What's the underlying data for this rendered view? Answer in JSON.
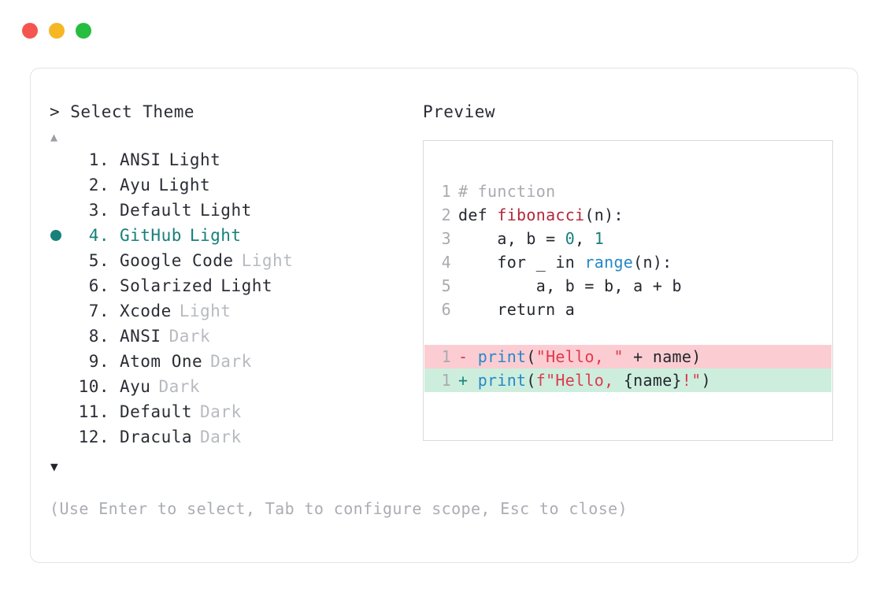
{
  "window": {
    "dots": [
      {
        "name": "close-dot",
        "color": "#f4564f"
      },
      {
        "name": "minimize-dot",
        "color": "#f5b723"
      },
      {
        "name": "maximize-dot",
        "color": "#26bd41"
      }
    ]
  },
  "left": {
    "prompt": "> Select Theme",
    "scroll_up": "▲",
    "scroll_down": "▼",
    "selected_index": 4,
    "selection_bullet": "●",
    "selection_color": "#17807a",
    "items": [
      {
        "index": "1.",
        "name": "ANSI",
        "tag": "Light",
        "tag_style": "strong",
        "selected": false
      },
      {
        "index": "2.",
        "name": "Ayu",
        "tag": "Light",
        "tag_style": "strong",
        "selected": false
      },
      {
        "index": "3.",
        "name": "Default",
        "tag": "Light",
        "tag_style": "strong",
        "selected": false
      },
      {
        "index": "4.",
        "name": "GitHub",
        "tag": "Light",
        "tag_style": "strong",
        "selected": true
      },
      {
        "index": "5.",
        "name": "Google Code",
        "tag": "Light",
        "tag_style": "dim",
        "selected": false
      },
      {
        "index": "6.",
        "name": "Solarized",
        "tag": "Light",
        "tag_style": "strong",
        "selected": false
      },
      {
        "index": "7.",
        "name": "Xcode",
        "tag": "Light",
        "tag_style": "dim",
        "selected": false
      },
      {
        "index": "8.",
        "name": "ANSI",
        "tag": "Dark",
        "tag_style": "dim",
        "selected": false
      },
      {
        "index": "9.",
        "name": "Atom One",
        "tag": "Dark",
        "tag_style": "dim",
        "selected": false
      },
      {
        "index": "10.",
        "name": "Ayu",
        "tag": "Dark",
        "tag_style": "dim",
        "selected": false
      },
      {
        "index": "11.",
        "name": "Default",
        "tag": "Dark",
        "tag_style": "dim",
        "selected": false
      },
      {
        "index": "12.",
        "name": "Dracula",
        "tag": "Dark",
        "tag_style": "dim",
        "selected": false
      }
    ],
    "hint": "(Use Enter to select, Tab to configure scope, Esc to close)"
  },
  "right": {
    "preview_label": "Preview",
    "code_lines": [
      {
        "number": "1",
        "tokens": [
          {
            "t": "# function",
            "c": "comment"
          }
        ]
      },
      {
        "number": "2",
        "tokens": [
          {
            "t": "def ",
            "c": "keyword"
          },
          {
            "t": "fibonacci",
            "c": "func"
          },
          {
            "t": "(n):",
            "c": "plain"
          }
        ]
      },
      {
        "number": "3",
        "tokens": [
          {
            "t": "    a, b = ",
            "c": "plain"
          },
          {
            "t": "0",
            "c": "number"
          },
          {
            "t": ", ",
            "c": "plain"
          },
          {
            "t": "1",
            "c": "number"
          }
        ]
      },
      {
        "number": "4",
        "tokens": [
          {
            "t": "    for _ in ",
            "c": "plain"
          },
          {
            "t": "range",
            "c": "builtin"
          },
          {
            "t": "(n):",
            "c": "plain"
          }
        ]
      },
      {
        "number": "5",
        "tokens": [
          {
            "t": "        a, b = b, a + b",
            "c": "plain"
          }
        ]
      },
      {
        "number": "6",
        "tokens": [
          {
            "t": "    return a",
            "c": "plain"
          }
        ]
      }
    ],
    "diff_lines": [
      {
        "number": "1",
        "marker": "-",
        "kind": "del",
        "bg": "#fbcdd2",
        "tokens": [
          {
            "t": "print",
            "c": "builtin"
          },
          {
            "t": "(",
            "c": "plain"
          },
          {
            "t": "\"Hello, \"",
            "c": "string"
          },
          {
            "t": " + name)",
            "c": "plain"
          }
        ]
      },
      {
        "number": "1",
        "marker": "+",
        "kind": "add",
        "bg": "#cdeedd",
        "tokens": [
          {
            "t": "print",
            "c": "builtin"
          },
          {
            "t": "(",
            "c": "plain"
          },
          {
            "t": "f\"Hello, ",
            "c": "string"
          },
          {
            "t": "{name}",
            "c": "plain"
          },
          {
            "t": "!\"",
            "c": "string"
          },
          {
            "t": ")",
            "c": "plain"
          }
        ]
      }
    ]
  }
}
